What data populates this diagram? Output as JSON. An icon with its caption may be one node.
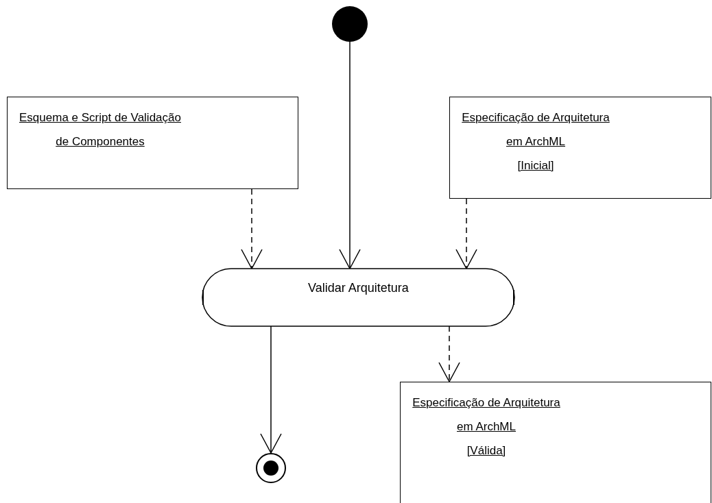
{
  "diagram": {
    "nodes": [
      {
        "text": [],
        "shape": "circle"
      },
      {
        "text": [
          "Esquema e Script de Validação de Componentes"
        ]
      },
      {
        "text": [
          "Especificação de Arquitetura em ArchML",
          "[Inicial]"
        ]
      },
      {
        "text": [
          "Validar Arquitetura"
        ]
      },
      {
        "text": [
          "Especificação de Arquitetura em ArchML",
          "[Válida]"
        ]
      },
      {
        "text": [],
        "shape": "circle"
      }
    ],
    "edges": [
      {
        "from": 1,
        "to": 3,
        "arrow": "to",
        "style": "dashed"
      },
      {
        "from": 0,
        "to": 3,
        "arrow": "to"
      },
      {
        "from": 2,
        "to": 3,
        "arrow": "to",
        "style": "dashed"
      },
      {
        "from": 3,
        "to": 4,
        "arrow": "to",
        "style": "dashed"
      },
      {
        "from": 3,
        "to": 5,
        "arrow": "to"
      }
    ]
  }
}
